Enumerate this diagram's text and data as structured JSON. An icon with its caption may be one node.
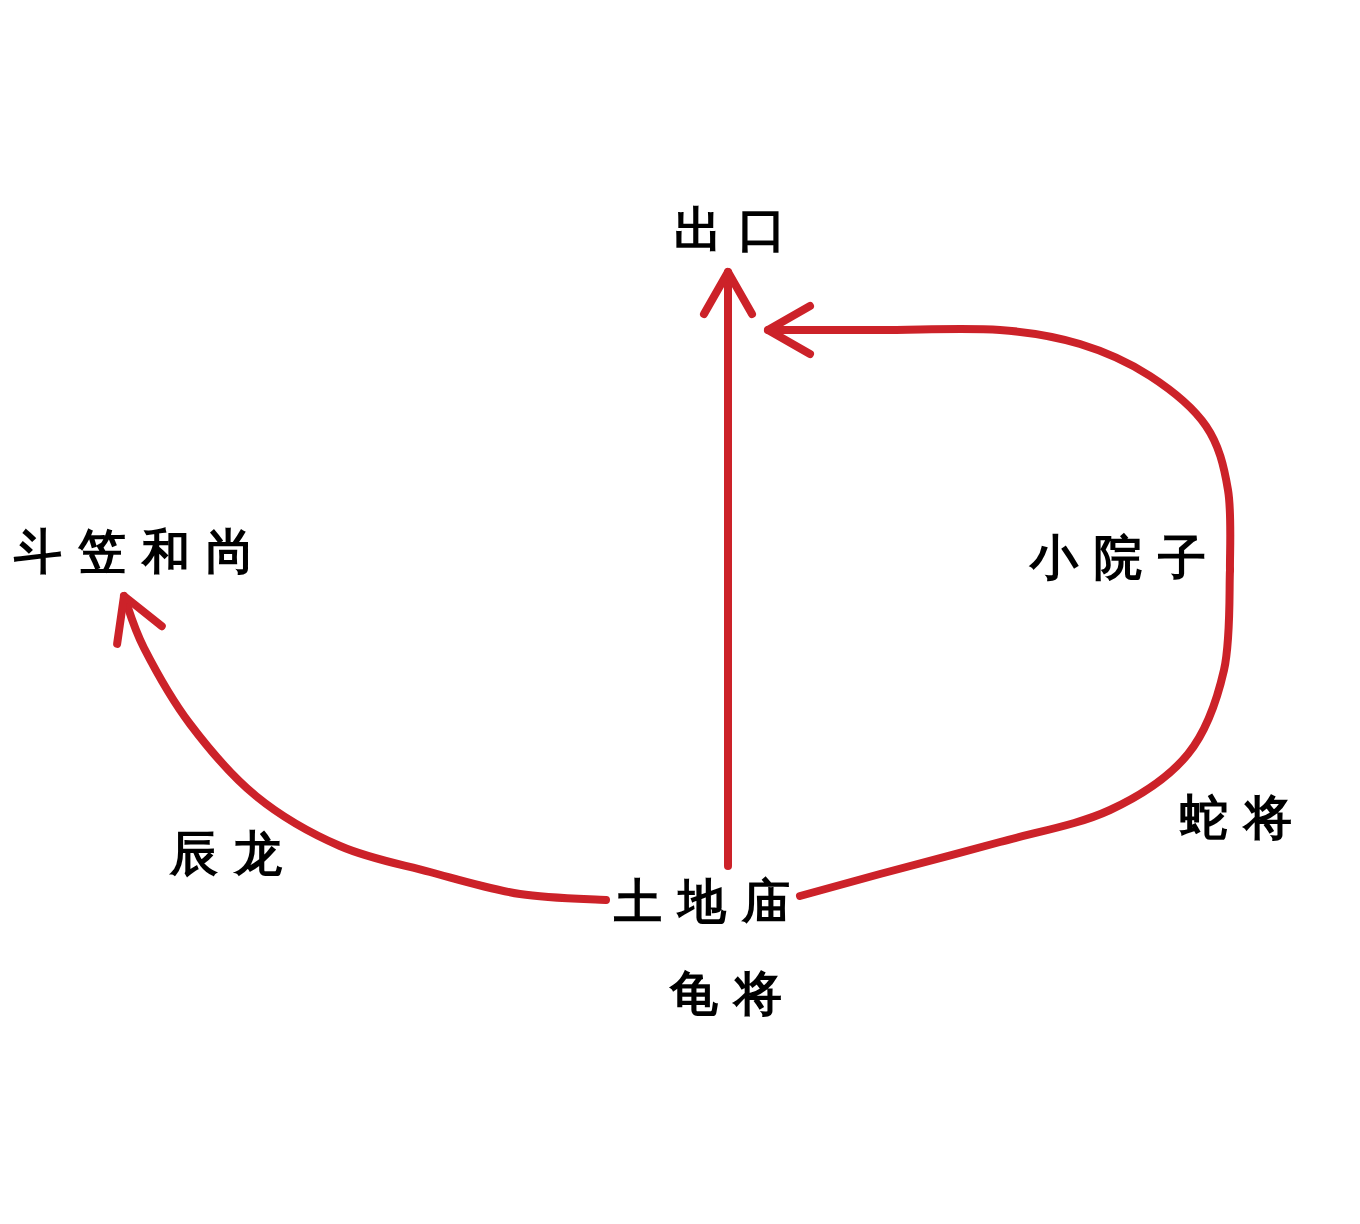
{
  "diagram": {
    "nodes": [
      {
        "text": [
          "出口"
        ]
      },
      {
        "text": [
          "斗笠和尚"
        ]
      },
      {
        "text": [
          "小院子"
        ]
      },
      {
        "text": [
          "土地庙"
        ],
        "beside": [
          "龟将"
        ]
      }
    ],
    "edges": [
      {
        "from": 3,
        "to": 0,
        "arrow": "to"
      },
      {
        "from": 3,
        "to": 1,
        "arrow": "to",
        "label": "辰龙"
      },
      {
        "from": 3,
        "to": 2,
        "arrow": "none",
        "label": "蛇将"
      },
      {
        "from": 2,
        "to": 0,
        "arrow": "to"
      }
    ]
  }
}
